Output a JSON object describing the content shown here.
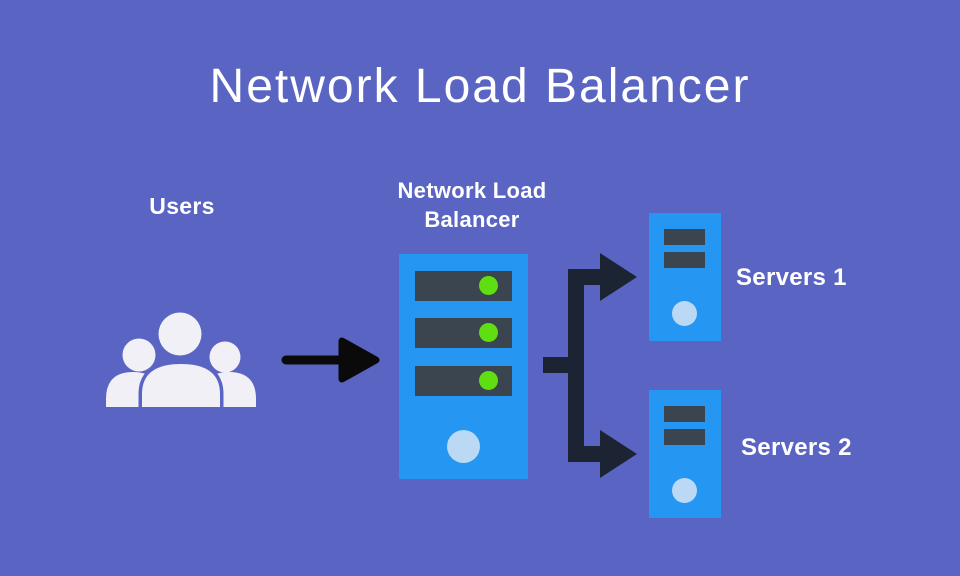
{
  "diagram": {
    "title": "Network Load Balancer",
    "users": {
      "label": "Users"
    },
    "load_balancer": {
      "label_line1": "Network Load",
      "label_line2": "Balancer"
    },
    "servers": [
      {
        "label": "Servers 1"
      },
      {
        "label": "Servers 2"
      }
    ]
  },
  "colors": {
    "background": "#5A65C3",
    "device_blue": "#2596F2",
    "slot_dark": "#3A4550",
    "status_green": "#5FDE12",
    "power_blue": "#BBD9F4",
    "branch_navy": "#1C2433",
    "flow_arrow_black": "#0A0A0A",
    "users_icon_white": "#F1F0F6",
    "text_white": "#FFFFFF"
  }
}
